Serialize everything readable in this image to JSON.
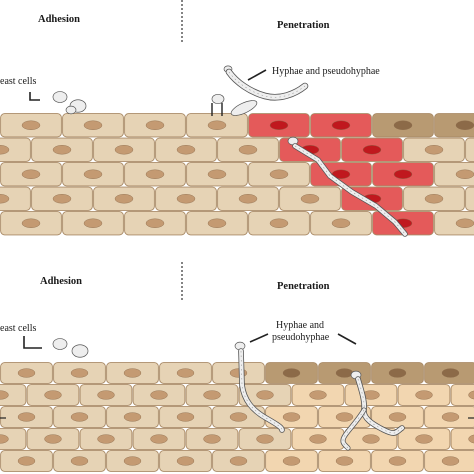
{
  "panels": [
    {
      "left_heading": "Adhesion",
      "right_heading": "Penetration",
      "yeast_label": "east cells",
      "hyphae_label_line1": "Hyphae and pseudohyphae",
      "hyphae_label_line2": ""
    },
    {
      "left_heading": "Adhesion",
      "right_heading": "Penetration",
      "yeast_label": "east cells",
      "hyphae_label_line1": "Hyphae and",
      "hyphae_label_line2": "pseudohyphae"
    }
  ],
  "colors": {
    "cell_fill": "#e6d3b5",
    "cell_stroke": "#a98a66",
    "nucleus": "#c49a72",
    "dark_cell": "#b89a72",
    "dark_nucleus": "#8c6a48",
    "damaged_cell": "#e45a5a",
    "damaged_nucleus": "#c0181e",
    "affected_cell": "#f2d6b0",
    "fungus": "#eeeeee",
    "fungus_stroke": "#555555"
  }
}
